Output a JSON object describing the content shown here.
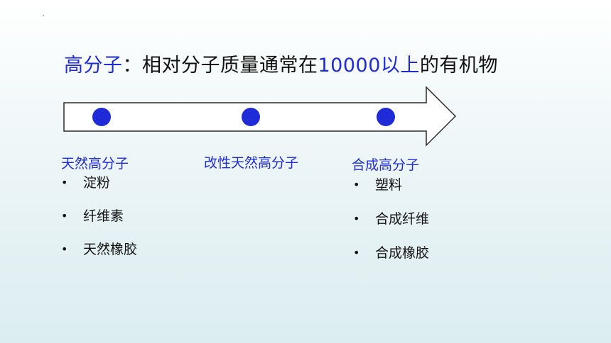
{
  "title": {
    "term": "高分子",
    "definition_prefix": "：相对分子质量通常在",
    "number": "10000以上",
    "definition_suffix": "的有机物"
  },
  "colors": {
    "accent": "#1f2bd6",
    "text": "#111111",
    "dot": "#1f2bd6"
  },
  "columns": [
    {
      "heading": "天然高分子",
      "items": [
        "淀粉",
        "纤维素",
        "天然橡胶"
      ]
    },
    {
      "heading": "改性天然高分子",
      "items": []
    },
    {
      "heading": "合成高分子",
      "items": [
        "塑料",
        "合成纤维",
        "合成橡胶"
      ]
    }
  ],
  "bullet_glyph": "•"
}
